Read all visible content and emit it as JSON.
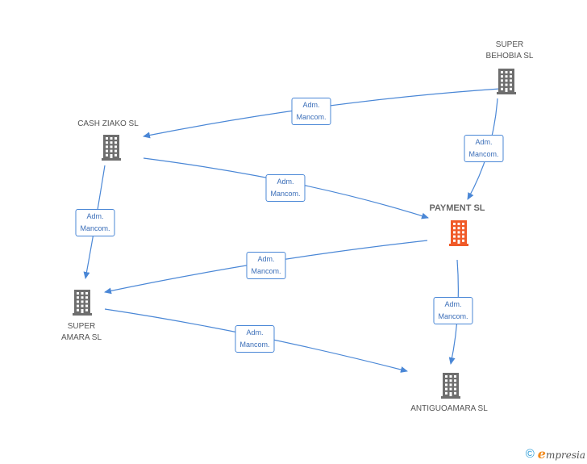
{
  "diagram": {
    "nodes": [
      {
        "id": "super-behobia",
        "label": "SUPER\nBEHOBIA SL",
        "icon": "building-icon",
        "color": "#6e6e6e",
        "focus": false
      },
      {
        "id": "cash-ziako",
        "label": "CASH ZIAKO SL",
        "icon": "building-icon",
        "color": "#6e6e6e",
        "focus": false
      },
      {
        "id": "payment",
        "label": "PAYMENT SL",
        "icon": "building-icon",
        "color": "#f05a28",
        "focus": true
      },
      {
        "id": "super-amara",
        "label": "SUPER\nAMARA SL",
        "icon": "building-icon",
        "color": "#6e6e6e",
        "focus": false
      },
      {
        "id": "antiguoamara",
        "label": "ANTIGUOAMARA SL",
        "icon": "building-icon",
        "color": "#6e6e6e",
        "focus": false
      }
    ],
    "edges": [
      {
        "from": "super-behobia",
        "to": "cash-ziako",
        "label": "Adm.\nMancom."
      },
      {
        "from": "super-behobia",
        "to": "payment",
        "label": "Adm.\nMancom."
      },
      {
        "from": "cash-ziako",
        "to": "payment",
        "label": "Adm.\nMancom."
      },
      {
        "from": "cash-ziako",
        "to": "super-amara",
        "label": "Adm.\nMancom."
      },
      {
        "from": "payment",
        "to": "super-amara",
        "label": "Adm.\nMancom."
      },
      {
        "from": "payment",
        "to": "antiguoamara",
        "label": "Adm.\nMancom."
      },
      {
        "from": "super-amara",
        "to": "antiguoamara",
        "label": "Adm.\nMancom."
      }
    ],
    "edge_color": "#4a87d6"
  },
  "footer": {
    "copyright_symbol": "©",
    "brand_initial": "e",
    "brand_rest": "mpresia"
  }
}
